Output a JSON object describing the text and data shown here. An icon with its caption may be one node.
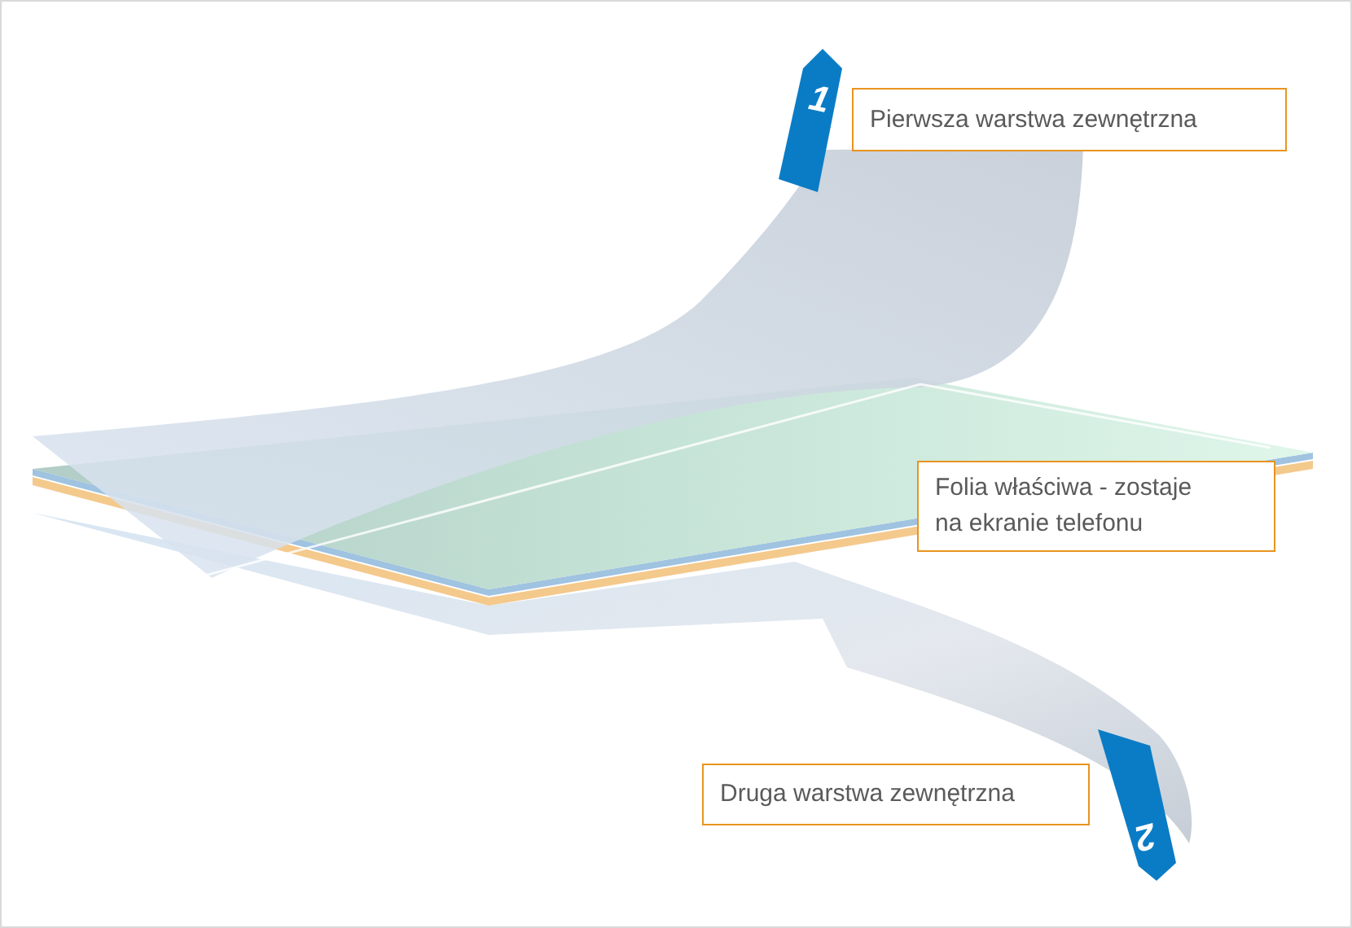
{
  "diagram": {
    "nodes": [
      {
        "text": [
          "Pierwsza warstwa zewnętrzna"
        ]
      },
      {
        "text": [
          "Folia właściwa - zostaje na ekranie telefonu"
        ]
      },
      {
        "text": [
          "Druga warstwa zewnętrzna"
        ]
      }
    ],
    "labels": [
      "1",
      "2"
    ]
  }
}
